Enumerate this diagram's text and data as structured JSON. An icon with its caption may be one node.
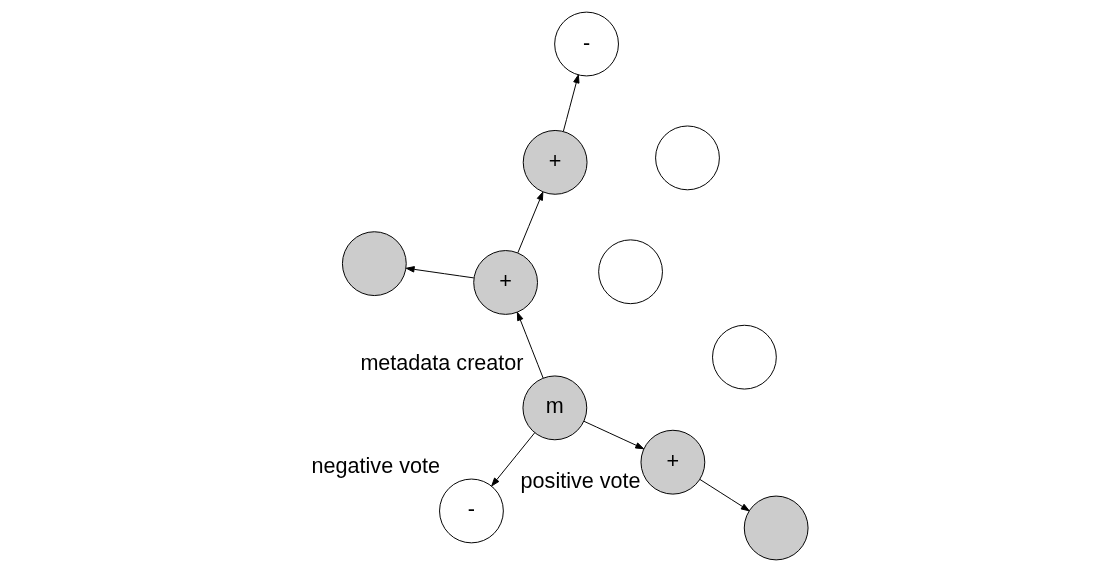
{
  "diagram": {
    "nodes": [
      {
        "text": [],
        "shape": "circle"
      },
      {
        "text": [],
        "shape": "circle"
      },
      {
        "text": [
          "+"
        ],
        "beside": [
          "positive vote"
        ]
      },
      {
        "text": [
          "m"
        ],
        "beside": [
          "metadata creator"
        ]
      },
      {
        "text": [
          "+"
        ]
      },
      {
        "text": [],
        "shape": "circle"
      },
      {
        "text": [
          "+"
        ]
      },
      {
        "text": [
          "-"
        ],
        "beside": [
          "negative vote"
        ]
      },
      {
        "text": [],
        "shape": "circle"
      },
      {
        "text": [],
        "shape": "circle"
      },
      {
        "text": [
          "-"
        ]
      }
    ],
    "edges": [
      {
        "from": 3,
        "to": 4,
        "arrow": "to"
      },
      {
        "from": 3,
        "to": 2,
        "arrow": "to"
      },
      {
        "from": 3,
        "to": 7,
        "arrow": "to"
      },
      {
        "from": 2,
        "to": 5,
        "arrow": "to"
      },
      {
        "from": 4,
        "to": 1,
        "arrow": "to"
      },
      {
        "from": 4,
        "to": 6,
        "arrow": "to"
      },
      {
        "from": 6,
        "to": 10,
        "arrow": "to"
      }
    ]
  }
}
